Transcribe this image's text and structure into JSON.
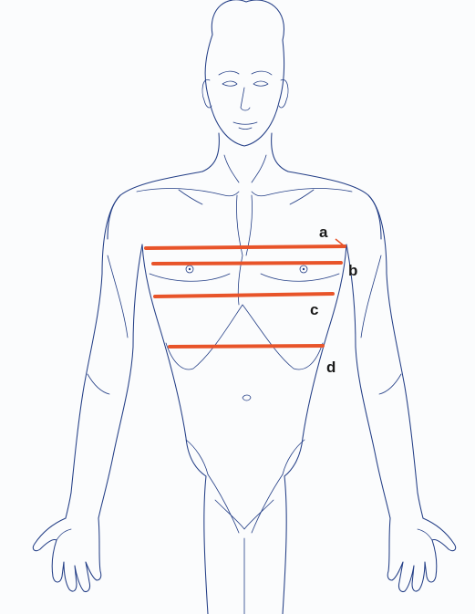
{
  "figure": {
    "colors": {
      "line": "#233e86",
      "measurement": "#e8542a",
      "label": "#1a1a1a",
      "background": "#fbfcfd"
    },
    "measurement_lines": [
      {
        "id": "a",
        "label": "a"
      },
      {
        "id": "b",
        "label": "b"
      },
      {
        "id": "c",
        "label": "c"
      },
      {
        "id": "d",
        "label": "d"
      }
    ]
  }
}
